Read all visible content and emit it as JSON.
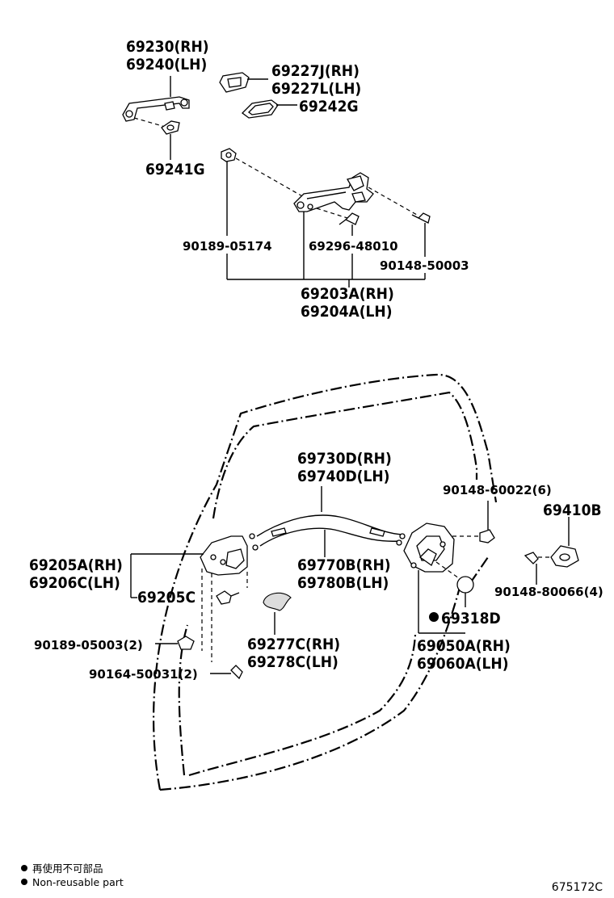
{
  "parts": {
    "handle_rh": "69230(RH)",
    "handle_lh": "69240(LH)",
    "cap_rh": "69227J(RH)",
    "cap_lh": "69227L(LH)",
    "pad_g": "69242G",
    "pad_small": "69241G",
    "bolt_05174": "90189-05174",
    "spring_48010": "69296-48010",
    "screw_50003": "90148-50003",
    "frame_rh": "69203A(RH)",
    "frame_lh": "69204A(LH)",
    "cable_rh": "69730D(RH)",
    "cable_lh": "69740D(LH)",
    "screw_60022": "90148-60022(6)",
    "striker": "69410B",
    "inside_handle_rh": "69205A(RH)",
    "inside_handle_lh": "69206C(LH)",
    "inside_handle_c": "69205C",
    "cable2_rh": "69770B(RH)",
    "cable2_lh": "69780B(LH)",
    "screw_80066": "90148-80066(4)",
    "cover_69318d": "69318D",
    "clip_05003": "90189-05003(2)",
    "trim_rh": "69277C(RH)",
    "trim_lh": "69278C(LH)",
    "lock_rh": "69050A(RH)",
    "lock_lh": "69060A(LH)",
    "screw_50031": "90164-50031(2)"
  },
  "legend": {
    "jp": "再使用不可部品",
    "en": "Non-reusable part"
  },
  "figure_code": "675172C"
}
